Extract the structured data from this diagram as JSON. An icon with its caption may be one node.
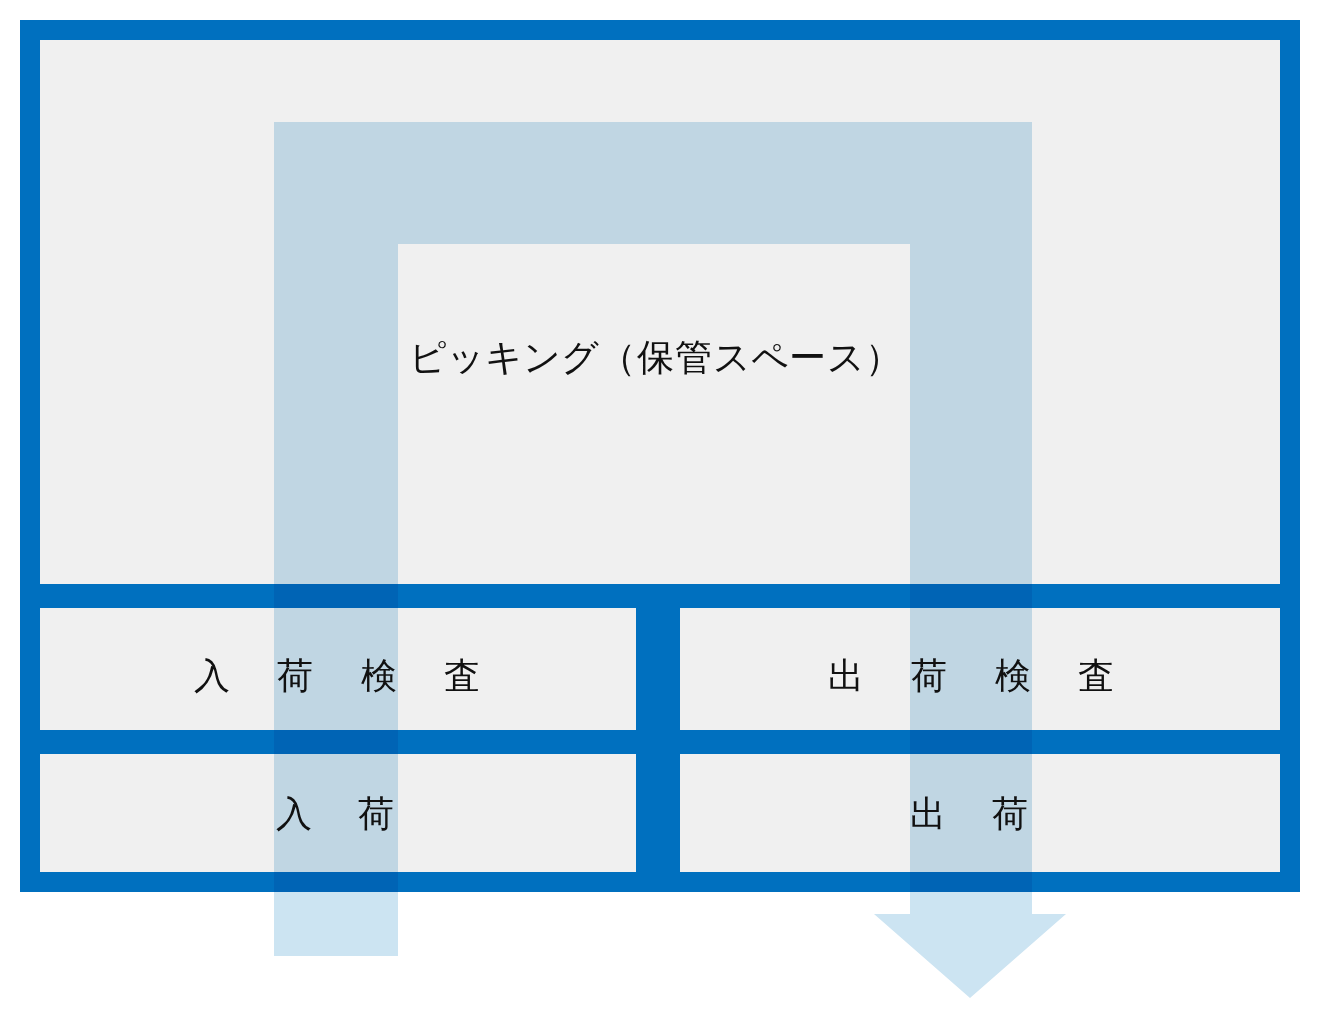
{
  "diagram": {
    "nodes": [
      {
        "text": [],
        "shape": "box"
      },
      {
        "text": [
          "ピッキング（保管スペース）"
        ],
        "in": 0
      },
      {
        "text": [
          "入荷検査"
        ],
        "in": 0
      },
      {
        "text": [
          "出荷検査"
        ],
        "in": 0
      },
      {
        "text": [
          "入荷"
        ],
        "in": 0
      },
      {
        "text": [
          "出荷"
        ],
        "in": 0
      }
    ]
  }
}
